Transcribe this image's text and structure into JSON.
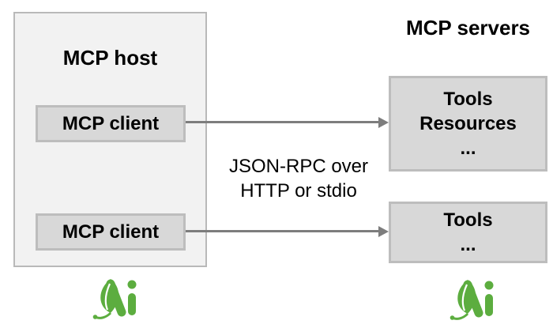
{
  "diagram": {
    "host": {
      "title": "MCP host",
      "clients": [
        "MCP client",
        "MCP client"
      ]
    },
    "servers": {
      "title": "MCP servers",
      "boxes": [
        {
          "lines": [
            "Tools",
            "Resources",
            "..."
          ]
        },
        {
          "lines": [
            "Tools",
            "..."
          ]
        }
      ]
    },
    "connection_label": {
      "line1": "JSON-RPC over",
      "line2": "HTTP or stdio"
    },
    "logo": {
      "text": "Ai",
      "description": "green leaf Ai logo"
    }
  },
  "colors": {
    "background": "#ffffff",
    "host_fill": "#f2f2f2",
    "inner_box_fill": "#d8d8d8",
    "box_border": "#b9b9b9",
    "arrow": "#7d7d7d",
    "text": "#000000",
    "logo_green": "#5cad3f"
  }
}
